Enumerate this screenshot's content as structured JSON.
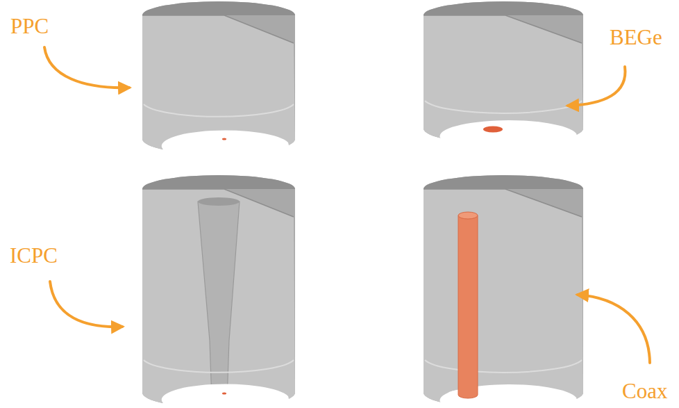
{
  "diagram": {
    "labels": [
      "PPC",
      "BEGe",
      "ICPC",
      "Coax"
    ]
  }
}
